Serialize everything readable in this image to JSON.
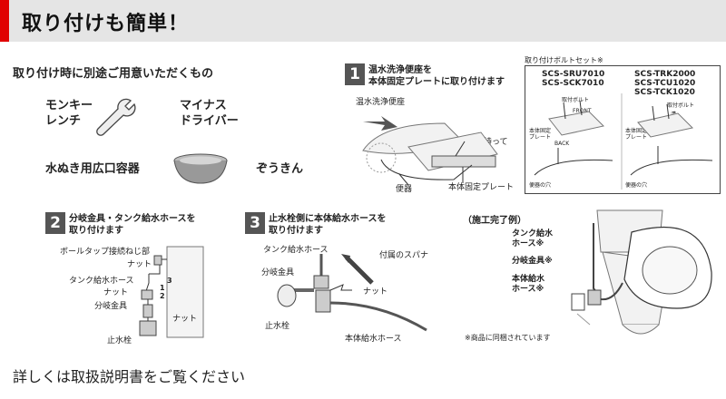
{
  "header": {
    "title": "取り付けも簡単！"
  },
  "prep": {
    "title": "取り付け時に別途ご用意いただくもの",
    "tools": [
      {
        "line1": "モンキー",
        "line2": "レンチ"
      },
      {
        "line1": "マイナス",
        "line2": "ドライバー"
      },
      {
        "line1": "水ぬき用広口容器",
        "line2": ""
      },
      {
        "line1": "ぞうきん",
        "line2": ""
      }
    ]
  },
  "step1": {
    "number": "1",
    "title_line1": "温水洗浄便座を",
    "title_line2": "本体固定プレートに取り付けます",
    "labels": {
      "seat": "温水洗浄便座",
      "holding": "本体を持って",
      "bowl": "便器",
      "plate": "本体固定プレート"
    }
  },
  "bolt_set": {
    "caption": "取り付けボルトセット※",
    "models_left": [
      "SCS-SRU7010",
      "SCS-SCK7010"
    ],
    "models_right": [
      "SCS-TRK2000",
      "SCS-TCU1020",
      "SCS-TCK1020"
    ],
    "labels": {
      "bolt_left": "取付ボルト",
      "front": "FRONT",
      "plate_left": "本体固定\nプレート",
      "back": "BACK",
      "hole_left": "便器の穴",
      "bolt_right": "取付ボルト",
      "groove": "溝",
      "plate_right": "本体固定\nプレート",
      "hole_right": "便器の穴"
    }
  },
  "step2": {
    "number": "2",
    "title_line1": "分岐金具・タンク給水ホースを",
    "title_line2": "取り付けます",
    "labels": {
      "ballcock": "ボールタップ接続ねじ部",
      "nut_a": "ナット",
      "tank_hose": "タンク給水ホース",
      "nut_b": "ナット",
      "branch": "分岐金具",
      "nut_c": "ナット",
      "stop_valve": "止水栓",
      "n1": "1",
      "n2": "2",
      "n3": "3"
    }
  },
  "step3": {
    "number": "3",
    "title_line1": "止水栓側に本体給水ホースを",
    "title_line2": "取り付けます",
    "labels": {
      "tank_hose": "タンク給水ホース",
      "branch": "分岐金具",
      "spanner": "付属のスパナ",
      "nut": "ナット",
      "stop_valve": "止水栓",
      "body_hose": "本体給水ホース"
    }
  },
  "complete": {
    "title": "（施工完了例）",
    "tank_hose": "タンク給水\nホース※",
    "branch": "分岐金具※",
    "body_hose": "本体給水\nホース※",
    "note": "※商品に同梱されています"
  },
  "footer": {
    "note": "詳しくは取扱説明書をご覧ください"
  }
}
